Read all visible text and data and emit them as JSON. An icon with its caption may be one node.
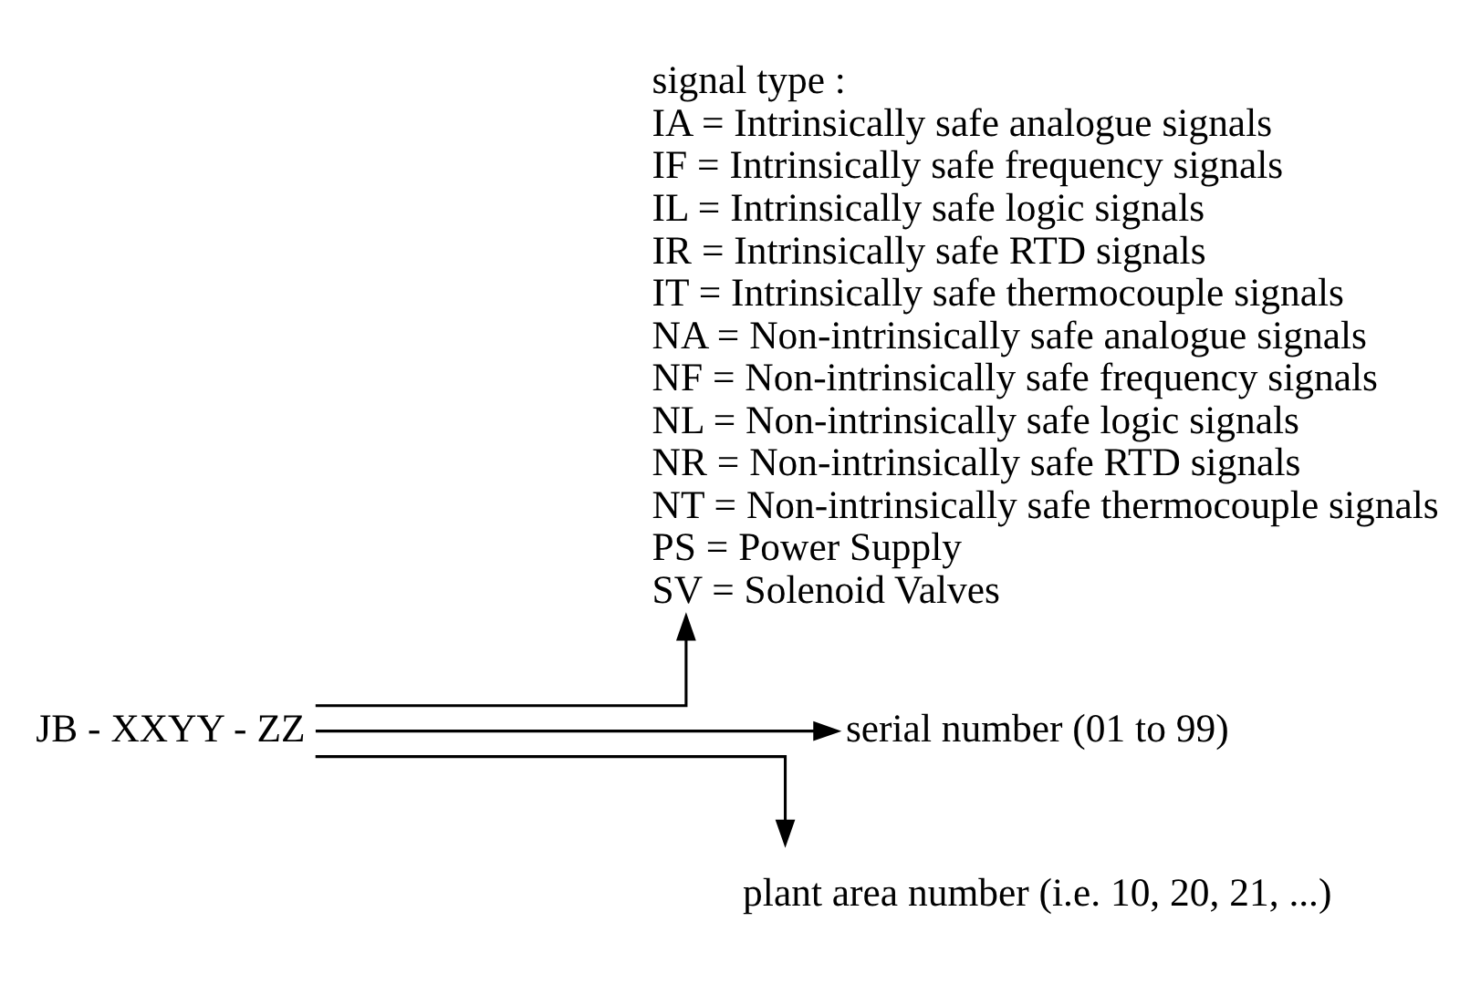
{
  "diagram": {
    "nodes": [
      {
        "text": [
          "JB - XXYY - ZZ"
        ]
      },
      {
        "text": [
          "signal type :",
          "IA = Intrinsically safe analogue signals",
          "IF = Intrinsically safe frequency signals",
          "IL = Intrinsically safe logic signals",
          "IR = Intrinsically safe RTD signals",
          "IT = Intrinsically safe thermocouple signals",
          "NA = Non-intrinsically safe analogue signals",
          "NF = Non-intrinsically safe frequency signals",
          "NL = Non-intrinsically safe logic signals",
          "NR = Non-intrinsically safe RTD signals",
          "NT = Non-intrinsically safe thermocouple signals",
          "PS = Power Supply",
          "SV = Solenoid Valves"
        ]
      },
      {
        "text": [
          "serial number (01 to 99)"
        ]
      },
      {
        "text": [
          "plant area number (i.e. 10, 20, 21, ...)"
        ]
      }
    ],
    "edges": [
      {
        "from": 0,
        "to": 1,
        "arrow": "to"
      },
      {
        "from": 0,
        "to": 2,
        "arrow": "to"
      },
      {
        "from": 0,
        "to": 3,
        "arrow": "to"
      }
    ]
  }
}
